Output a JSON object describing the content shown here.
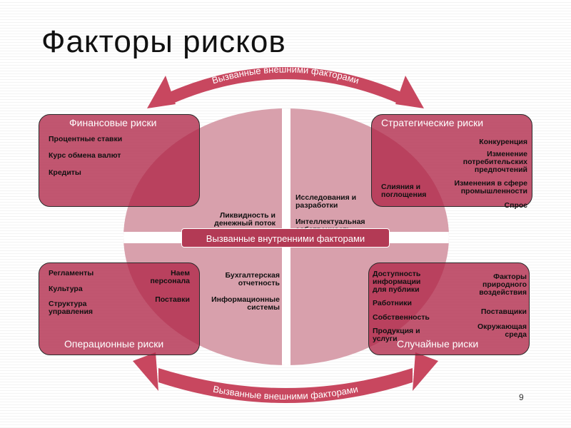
{
  "slide": {
    "title": "Факторы рисков",
    "page_number": "9"
  },
  "arcs": {
    "top_label": "Вызванные внешними факторами",
    "bottom_label": "Вызванные внешними факторами"
  },
  "inner_label": "Вызванные внутренними факторами",
  "quadrants": {
    "financial": {
      "title": "Финансовые риски",
      "items": [
        "Процентные ставки",
        "Курс обмена валют",
        "Кредиты"
      ],
      "inner_item": "Ликвидность и денежный поток"
    },
    "strategic": {
      "title": "Стратегические риски",
      "items_right": [
        "Конкуренция",
        "Изменение потребительских предпочтений",
        "Изменения в сфере промышленности",
        "Спрос"
      ],
      "item_left": "Слияния и поглощения",
      "inner_items": [
        "Исследования и разработки",
        "Интеллектуальная собственность"
      ]
    },
    "operational": {
      "title": "Операционные риски",
      "items_left": [
        "Регламенты",
        "Культура",
        "Структура управления"
      ],
      "items_right": [
        "Наем персонала",
        "Поставки"
      ],
      "inner_items": [
        "Бухгалтерская отчетность",
        "Информационные системы"
      ]
    },
    "hazard": {
      "title": "Случайные риски",
      "items_left": [
        "Доступность информации для публики",
        "Работники",
        "Собственность",
        "Продукция и услуги"
      ],
      "items_right": [
        "Факторы природного воздействия",
        "Поставщики",
        "Окружающая среда"
      ]
    }
  },
  "colors": {
    "box_fill": "#b02648",
    "circle_fill": "#d8a0ac",
    "arc_fill": "#c8475f",
    "inner_label_fill": "#b33a55"
  }
}
